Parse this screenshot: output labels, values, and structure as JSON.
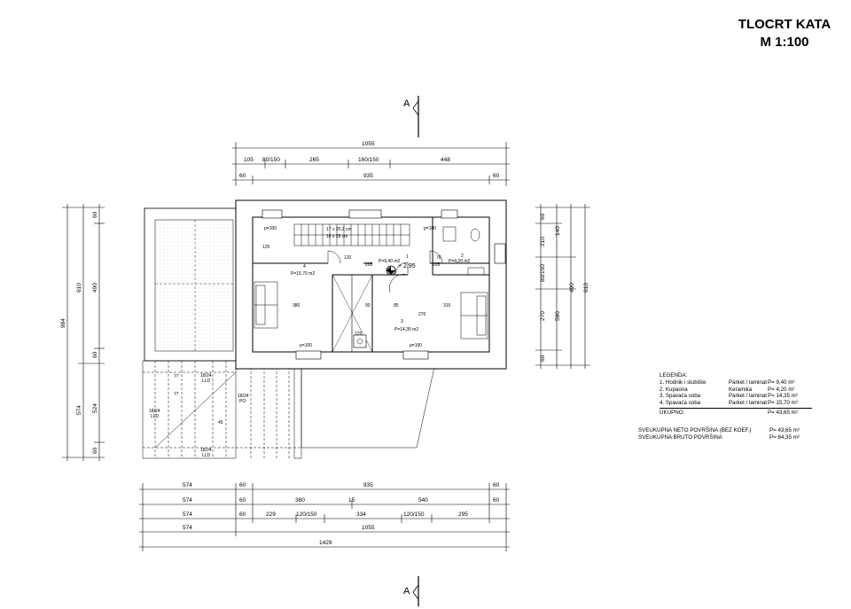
{
  "title": {
    "line1": "TLOCRT KATA",
    "line2": "M 1:100"
  },
  "section_marks": {
    "top": "A",
    "bottom": "A"
  },
  "dims_top": {
    "row1": [
      "1055"
    ],
    "row2": [
      "105",
      "80/150",
      "265",
      "160/150",
      "448"
    ],
    "row3": [
      "60",
      "935",
      "60"
    ]
  },
  "dims_bottom": {
    "row1": [
      "574",
      "60",
      "935",
      "60"
    ],
    "row2": [
      "574",
      "60",
      "380",
      "15",
      "540",
      "60"
    ],
    "row3": [
      "574",
      "60",
      "229",
      "120/150",
      "334",
      "120/150",
      "295"
    ],
    "row4": [
      "574",
      "1055"
    ],
    "row5": [
      "1429"
    ]
  },
  "dims_left": {
    "outer": "984",
    "col2": [
      "610",
      "574"
    ],
    "col3": [
      "60",
      "490",
      "60",
      "524",
      "60"
    ]
  },
  "dims_right": {
    "col1": [
      "60",
      "210",
      "80/150",
      "270",
      "60"
    ],
    "col2": [
      "140",
      "590"
    ],
    "col3": [
      "490"
    ],
    "col4": [
      "610"
    ]
  },
  "plan_labels": {
    "stair_note1": "17 x 20,2 cm",
    "stair_note2": "16 x 28 cm",
    "p100_a": "p=100",
    "p100_b": "p=100",
    "p100_c": "p=100",
    "p100_d": "p=100",
    "room1": "P=9,40 m2",
    "room2": "P=4,20 m2",
    "room3": "P=14,35 m2",
    "room4": "P=15,70 m2",
    "num1": "1",
    "num2": "2",
    "num3": "3",
    "num4": "4",
    "level": "+ 2,95",
    "d125": "125",
    "d205a": "205",
    "d205b": "205",
    "d380": "380",
    "d316": "316",
    "d270": "270",
    "d85": "85",
    "d90": "90",
    "d125b": "125",
    "d76": "76",
    "d120": "120",
    "terrace1": "18/24",
    "terrace1b": "LLD",
    "terrace2": "18/24",
    "terrace2b": "LLD",
    "terrace3": "18/24",
    "terrace3b": "LLD",
    "terrace4": "18/24",
    "terrace4b": "PO",
    "t77a": "77",
    "t77b": "77",
    "t45": "45"
  },
  "legend": {
    "heading": "LEGENDA:",
    "rows": [
      {
        "name": "1. Hodnik i stubište",
        "finish": "Parket / laminat",
        "area": "P=   9,40 m²"
      },
      {
        "name": "2. Kupaona",
        "finish": "Keramika",
        "area": "P=   4,20 m²"
      },
      {
        "name": "3. Spavaća soba",
        "finish": "Parket / laminat",
        "area": "P=  14,35 m²"
      },
      {
        "name": "4. Spavaća soba",
        "finish": "Parket / laminat",
        "area": "P=  15,70 m²"
      }
    ],
    "total_label": "UKUPNO:",
    "total_value": "P=  43,65 m²"
  },
  "totals": {
    "neto_label": "SVEUKUPNA NETO POVRŠINA (BEZ KOEF.)",
    "neto_value": "P=  43,65 m²",
    "bruto_label": "SVEUKUPNA BRUTO POVRŠINA",
    "bruto_value": "P=  64,35 m²"
  }
}
